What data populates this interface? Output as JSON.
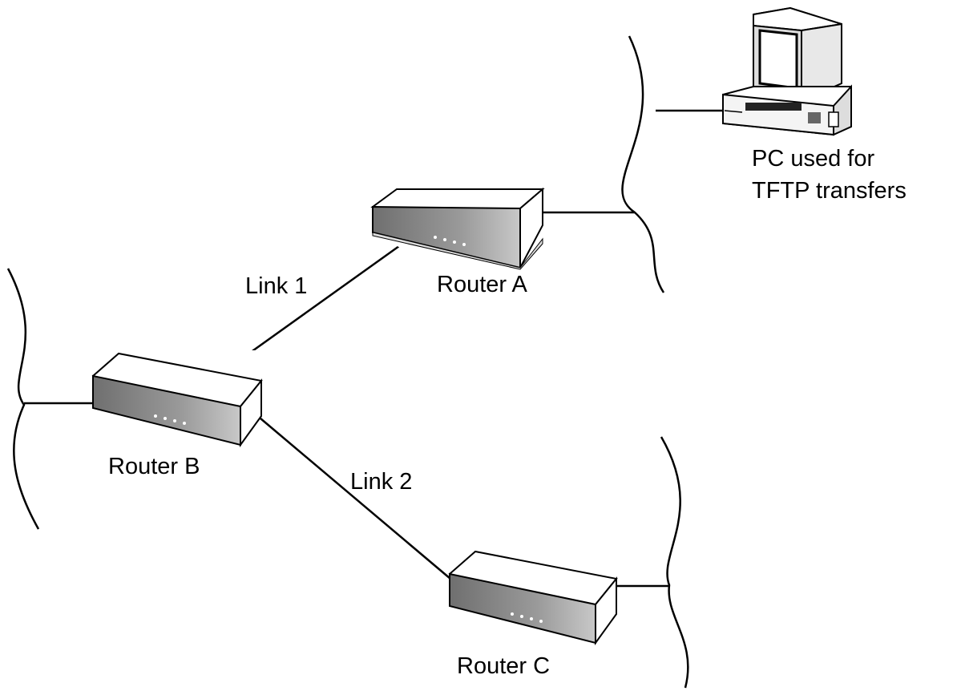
{
  "diagram": {
    "routers": [
      {
        "id": "router-a",
        "label": "Router A"
      },
      {
        "id": "router-b",
        "label": "Router B"
      },
      {
        "id": "router-c",
        "label": "Router C"
      }
    ],
    "links": [
      {
        "id": "link-1",
        "label": "Link 1",
        "from": "Router B",
        "to": "Router A"
      },
      {
        "id": "link-2",
        "label": "Link 2",
        "from": "Router B",
        "to": "Router C"
      }
    ],
    "pc": {
      "label_line1": "PC used for",
      "label_line2": "TFTP transfers"
    },
    "colors": {
      "line": "#000000",
      "device_body": "#ffffff",
      "device_panel": "#888888",
      "background": "#ffffff"
    }
  }
}
